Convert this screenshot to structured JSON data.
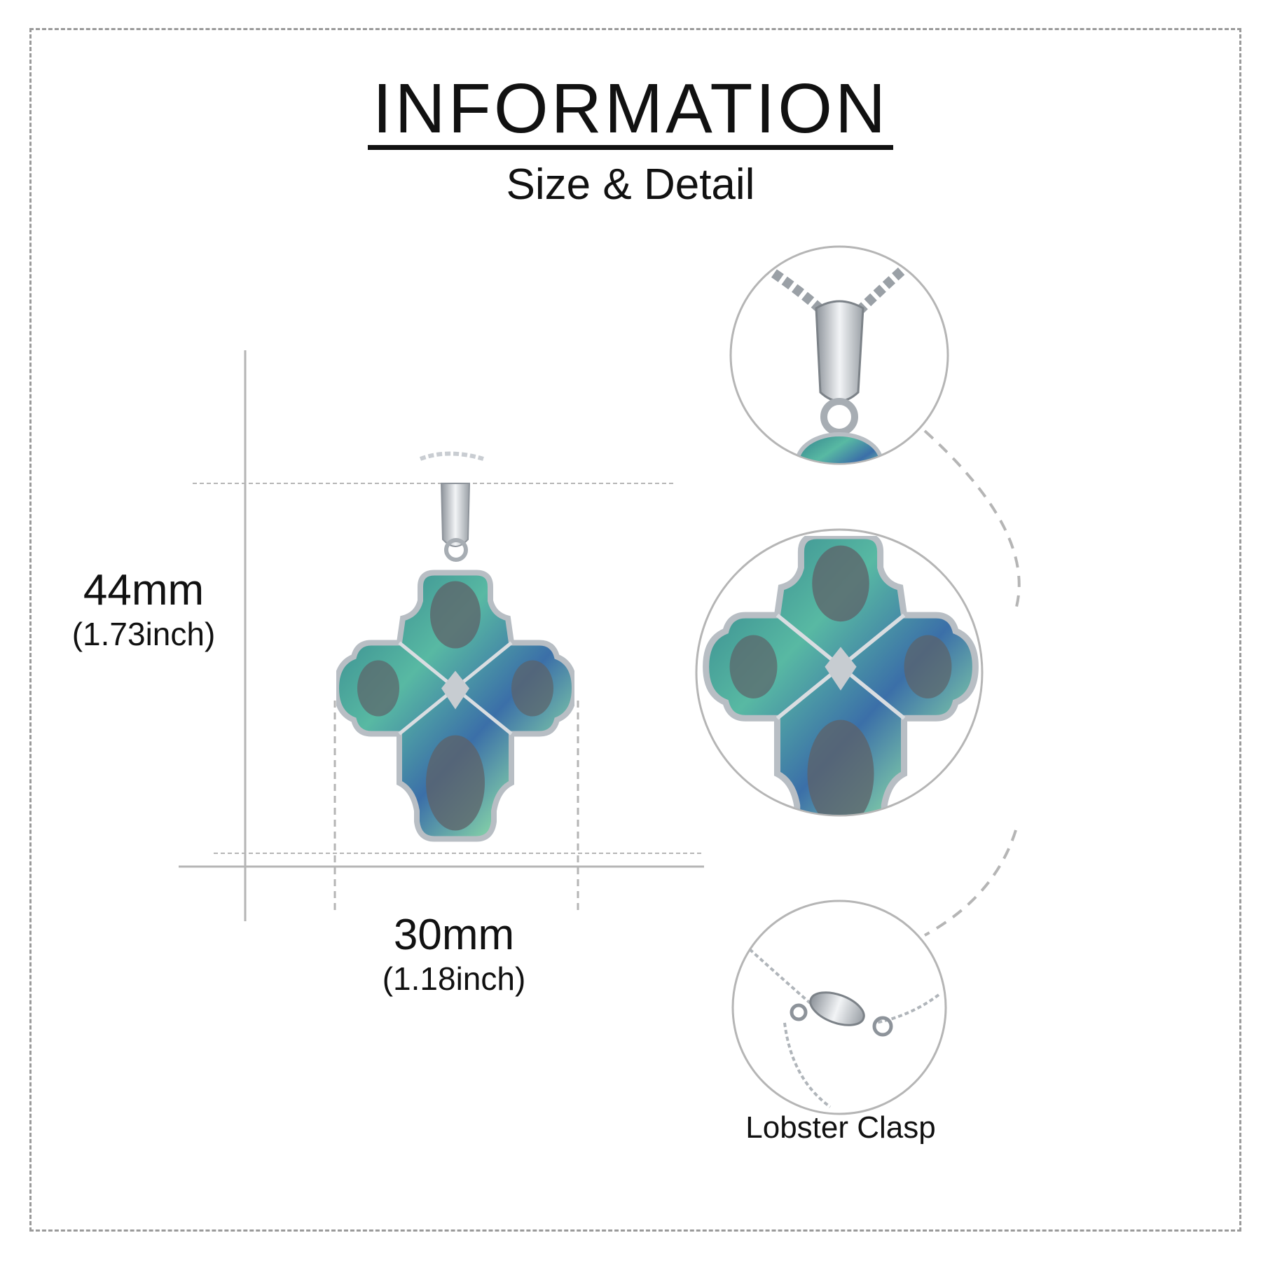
{
  "header": {
    "title": "INFORMATION",
    "subtitle": "Size & Detail"
  },
  "dimensions": {
    "height": {
      "mm": "44mm",
      "inch": "(1.73inch)"
    },
    "width": {
      "mm": "30mm",
      "inch": "(1.18inch)"
    }
  },
  "details": {
    "clasp_label": "Lobster Clasp"
  },
  "colors": {
    "text": "#111111",
    "guide": "#b5b5b5",
    "frame": "#9a9a9a",
    "silver": "#c9cdd2",
    "abalone": "#3f9a92"
  },
  "icons": [
    "cross-pendant-image",
    "bail-closeup-image",
    "cross-closeup-image",
    "lobster-clasp-image"
  ]
}
